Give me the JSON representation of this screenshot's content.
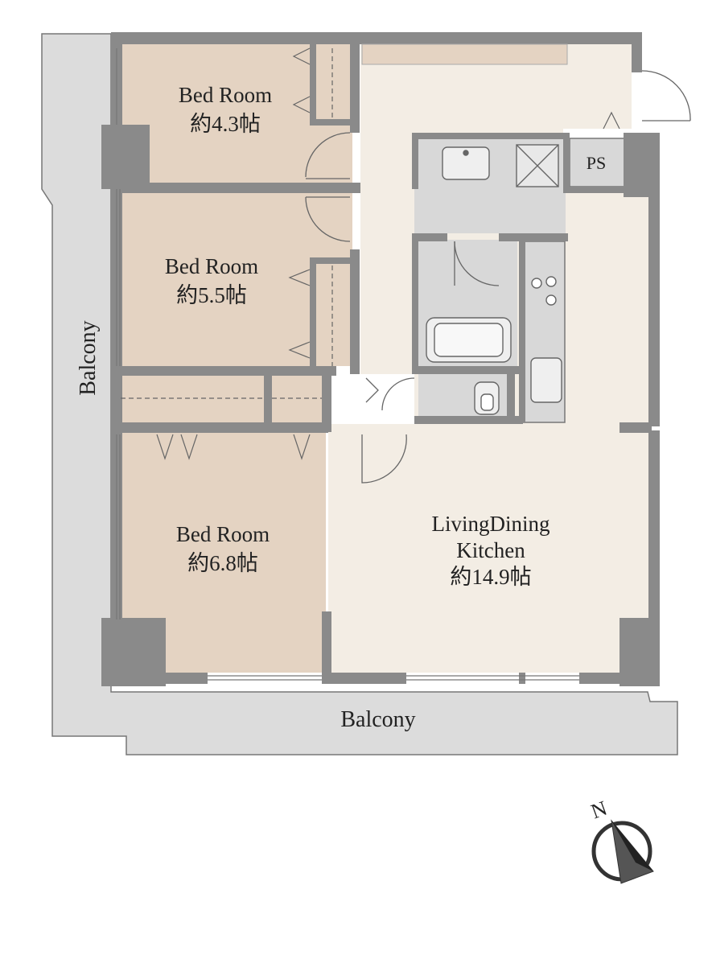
{
  "rooms": {
    "bed1": {
      "name": "Bed Room",
      "size": "約4.3帖"
    },
    "bed2": {
      "name": "Bed Room",
      "size": "約5.5帖"
    },
    "bed3": {
      "name": "Bed Room",
      "size": "約6.8帖"
    },
    "ldk": {
      "name_line1": "LivingDining",
      "name_line2": "Kitchen",
      "size": "約14.9帖"
    },
    "ps": {
      "name": "PS"
    }
  },
  "balconies": {
    "west": "Balcony",
    "south": "Balcony"
  },
  "compass": {
    "north_label": "N"
  },
  "colors": {
    "wall": "#8a8a8a",
    "bedroom_floor": "#e4d3c2",
    "ldk_floor": "#f3ede4",
    "wet_area": "#d8d8d8",
    "balcony": "#dcdcdc",
    "text": "#222222"
  }
}
